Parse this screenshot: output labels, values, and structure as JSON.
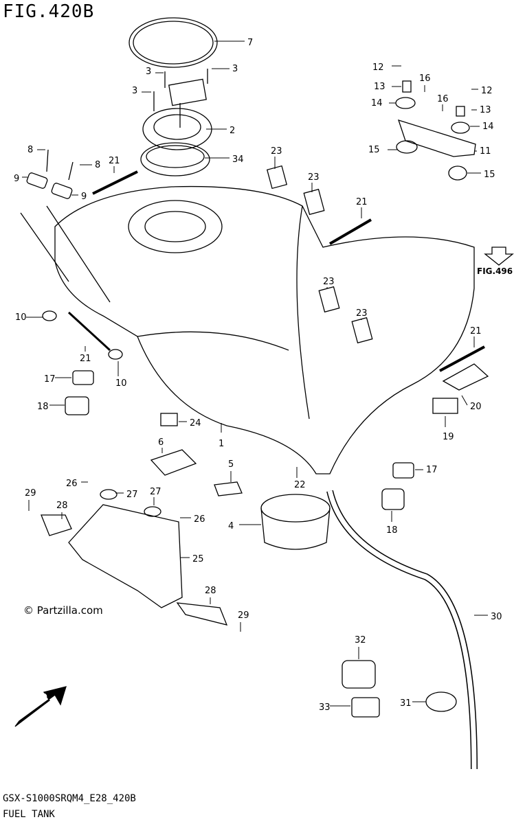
{
  "figure": {
    "title": "FIG.420B",
    "ref_figure": "FIG.496",
    "copyright": "© Partzilla.com",
    "fwd_label": "FWD",
    "model_code": "GSX-S1000SRQM4_E28_420B",
    "section_name": "FUEL TANK"
  },
  "callouts": [
    {
      "id": "c7",
      "label": "7"
    },
    {
      "id": "c3a",
      "label": "3"
    },
    {
      "id": "c3b",
      "label": "3"
    },
    {
      "id": "c3c",
      "label": "3"
    },
    {
      "id": "c2",
      "label": "2"
    },
    {
      "id": "c34",
      "label": "34"
    },
    {
      "id": "c8a",
      "label": "8"
    },
    {
      "id": "c8b",
      "label": "8"
    },
    {
      "id": "c9a",
      "label": "9"
    },
    {
      "id": "c9b",
      "label": "9"
    },
    {
      "id": "c21a",
      "label": "21"
    },
    {
      "id": "c21b",
      "label": "21"
    },
    {
      "id": "c21c",
      "label": "21"
    },
    {
      "id": "c21d",
      "label": "21"
    },
    {
      "id": "c23a",
      "label": "23"
    },
    {
      "id": "c23b",
      "label": "23"
    },
    {
      "id": "c23c",
      "label": "23"
    },
    {
      "id": "c23d",
      "label": "23"
    },
    {
      "id": "c12a",
      "label": "12"
    },
    {
      "id": "c12b",
      "label": "12"
    },
    {
      "id": "c13a",
      "label": "13"
    },
    {
      "id": "c13b",
      "label": "13"
    },
    {
      "id": "c14a",
      "label": "14"
    },
    {
      "id": "c14b",
      "label": "14"
    },
    {
      "id": "c15a",
      "label": "15"
    },
    {
      "id": "c15b",
      "label": "15"
    },
    {
      "id": "c16a",
      "label": "16"
    },
    {
      "id": "c16b",
      "label": "16"
    },
    {
      "id": "c11",
      "label": "11"
    },
    {
      "id": "c10a",
      "label": "10"
    },
    {
      "id": "c10b",
      "label": "10"
    },
    {
      "id": "c17a",
      "label": "17"
    },
    {
      "id": "c17b",
      "label": "17"
    },
    {
      "id": "c18a",
      "label": "18"
    },
    {
      "id": "c18b",
      "label": "18"
    },
    {
      "id": "c24",
      "label": "24"
    },
    {
      "id": "c6",
      "label": "6"
    },
    {
      "id": "c1",
      "label": "1"
    },
    {
      "id": "c5",
      "label": "5"
    },
    {
      "id": "c22",
      "label": "22"
    },
    {
      "id": "c4",
      "label": "4"
    },
    {
      "id": "c20",
      "label": "20"
    },
    {
      "id": "c19",
      "label": "19"
    },
    {
      "id": "c29a",
      "label": "29"
    },
    {
      "id": "c29b",
      "label": "29"
    },
    {
      "id": "c26a",
      "label": "26"
    },
    {
      "id": "c26b",
      "label": "26"
    },
    {
      "id": "c27a",
      "label": "27"
    },
    {
      "id": "c27b",
      "label": "27"
    },
    {
      "id": "c28a",
      "label": "28"
    },
    {
      "id": "c28b",
      "label": "28"
    },
    {
      "id": "c25",
      "label": "25"
    },
    {
      "id": "c30",
      "label": "30"
    },
    {
      "id": "c32",
      "label": "32"
    },
    {
      "id": "c33",
      "label": "33"
    },
    {
      "id": "c31",
      "label": "31"
    }
  ]
}
